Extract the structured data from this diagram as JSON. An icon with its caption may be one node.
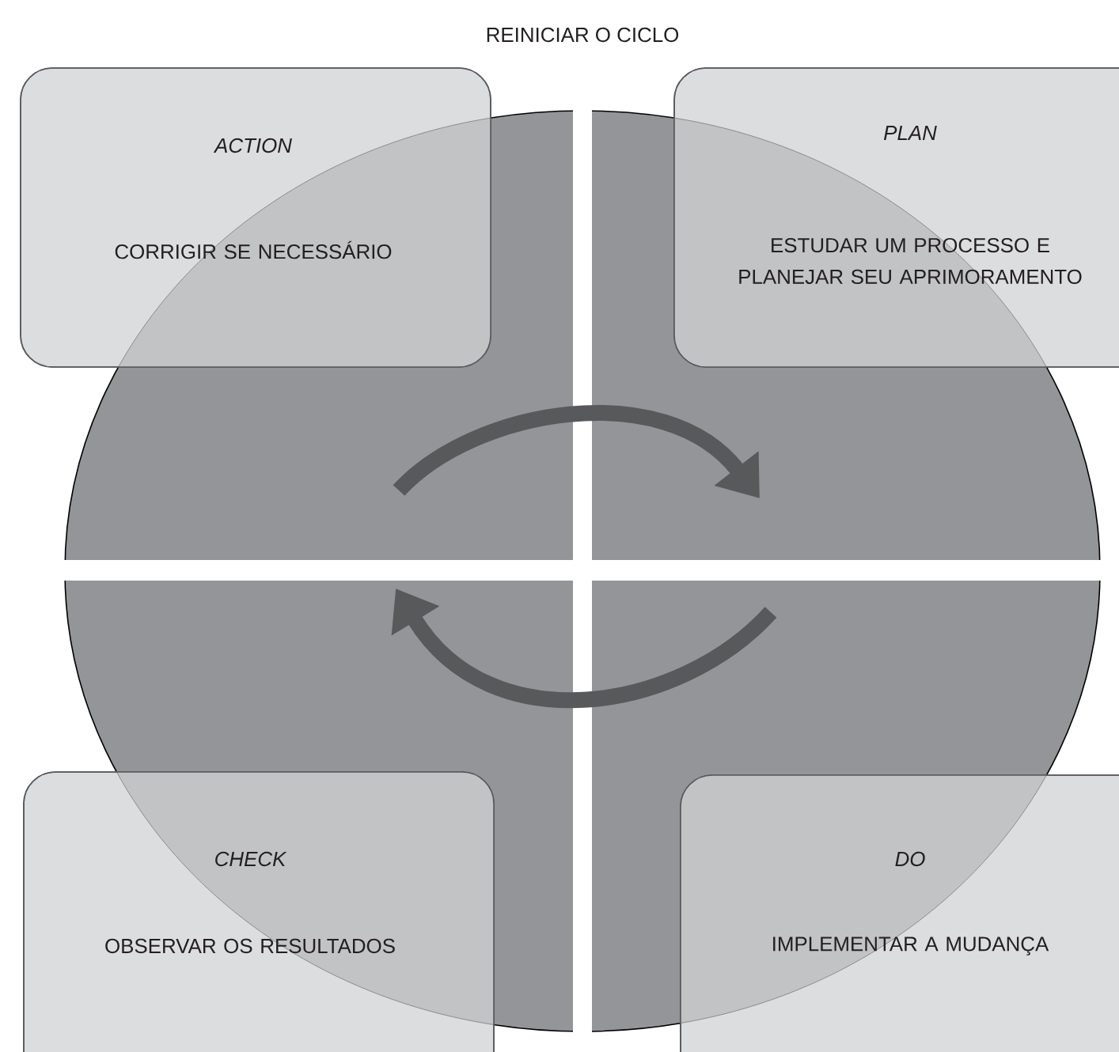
{
  "diagram": {
    "title": "REINICIAR O CICLO",
    "nodes": [
      {
        "text": [
          "ACTION",
          "CORRIGIR SE NECESSÁRIO"
        ]
      },
      {
        "text": [
          "PLAN",
          "ESTUDAR UM PROCESSO E PLANEJAR SEU APRIMORAMENTO"
        ]
      },
      {
        "text": [
          "CHECK",
          "OBSERVAR OS RESULTADOS"
        ]
      },
      {
        "text": [
          "DO",
          "IMPLEMENTAR A MUDANÇA"
        ]
      }
    ]
  }
}
